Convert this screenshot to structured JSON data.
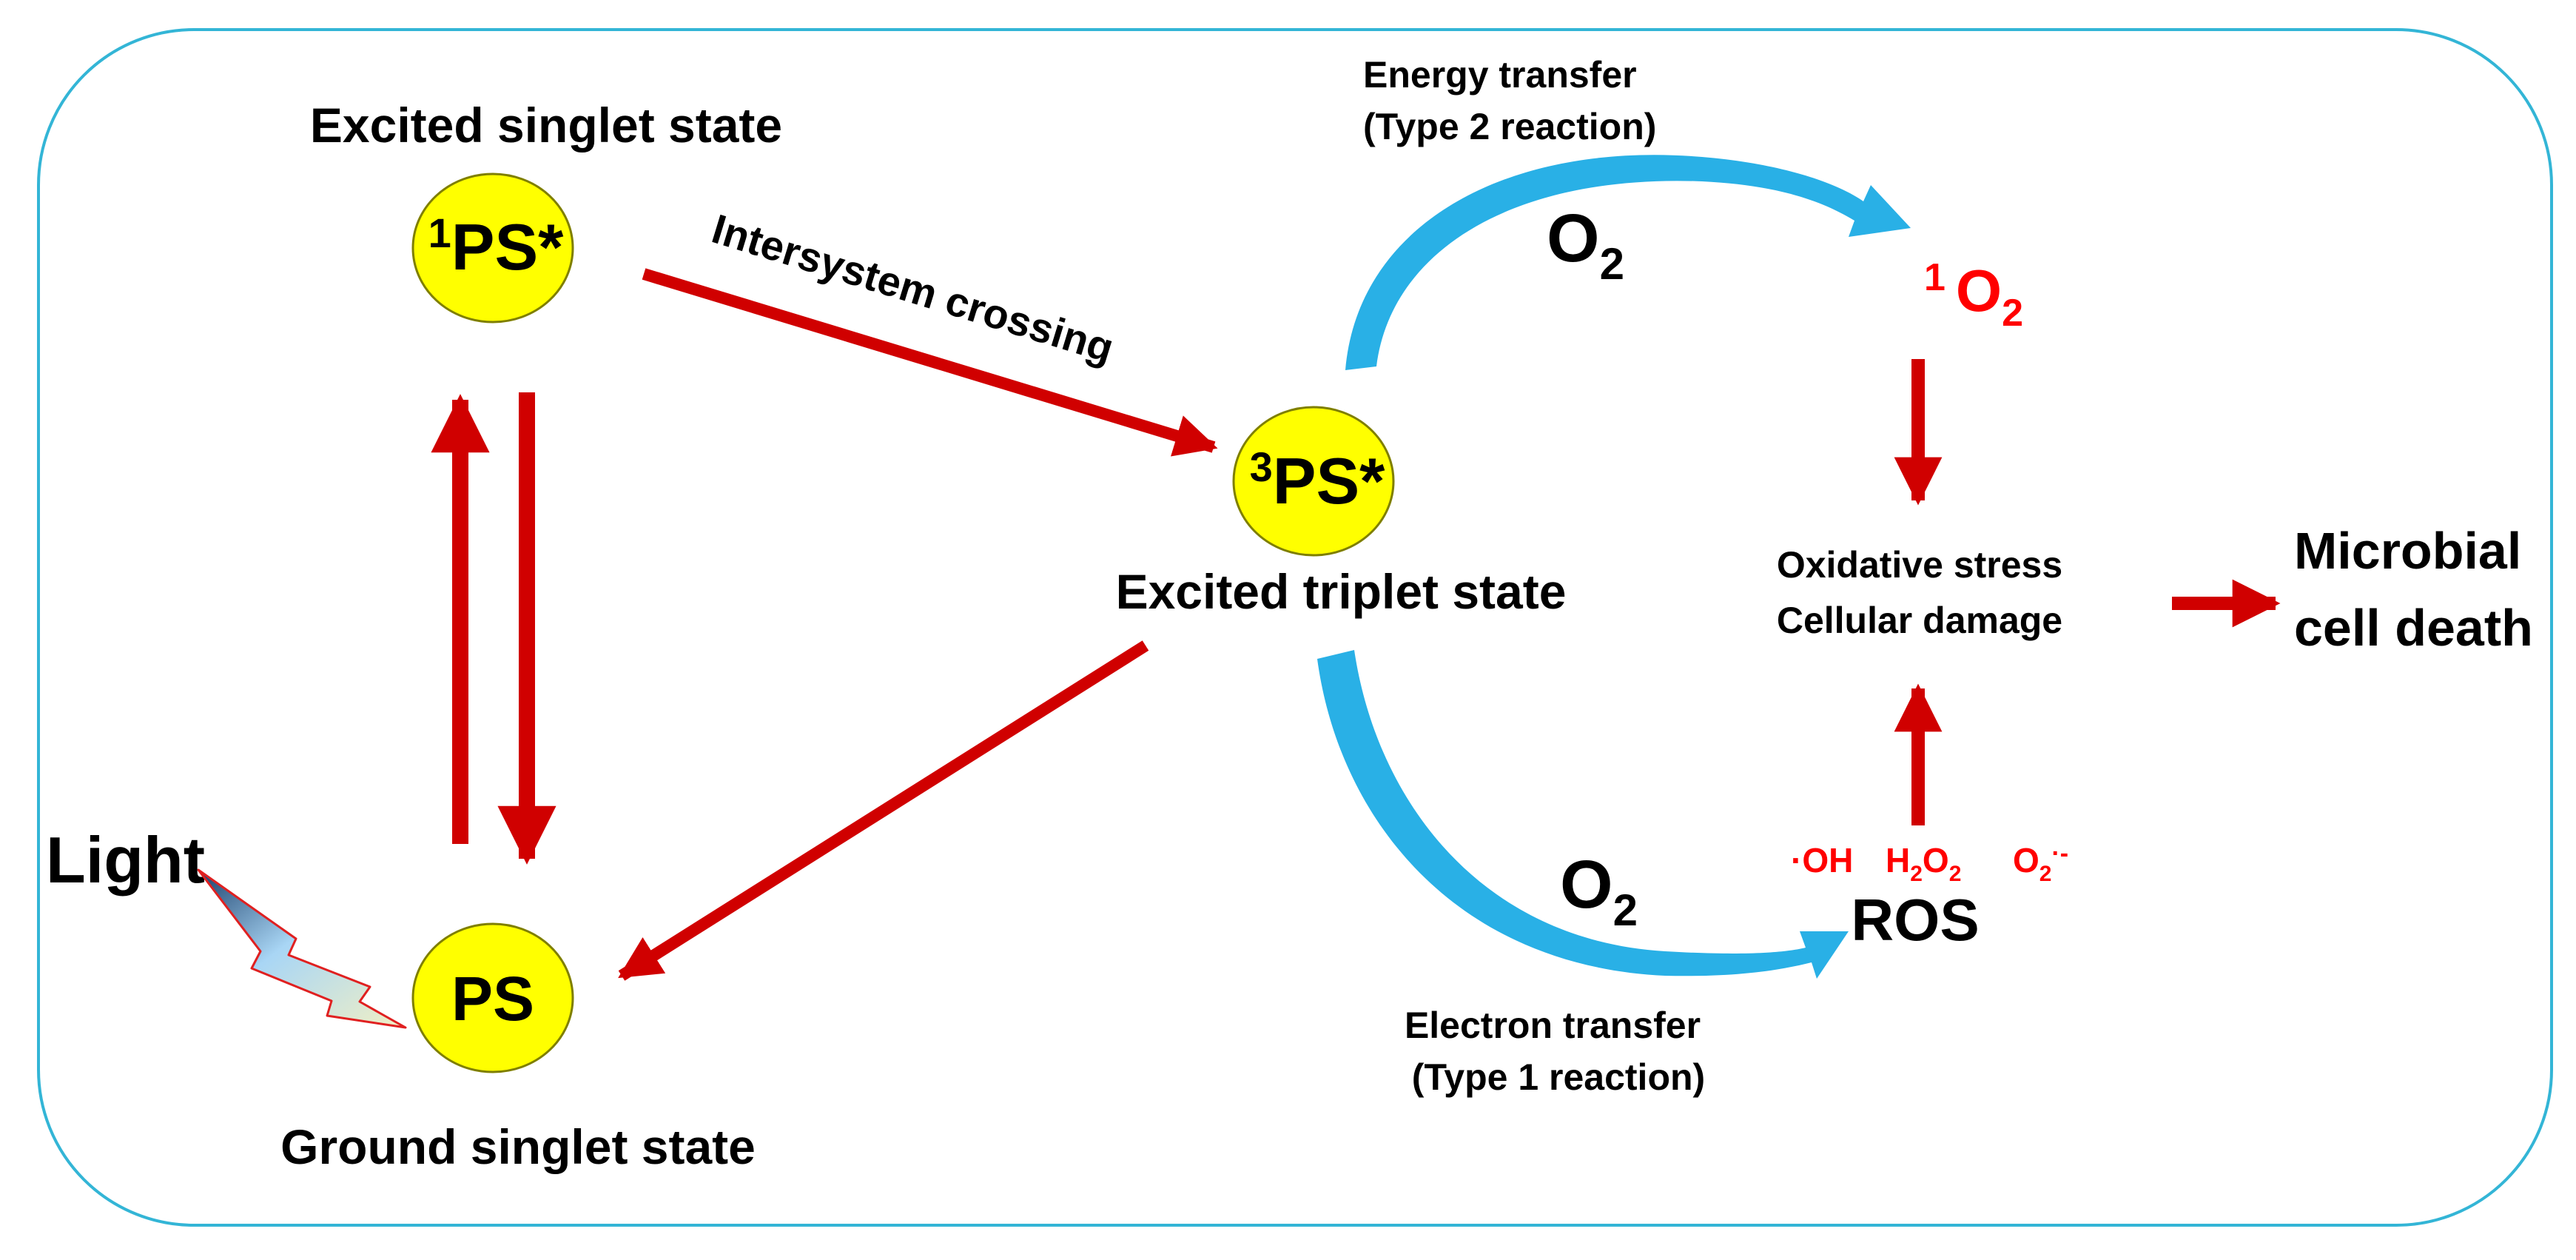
{
  "colors": {
    "frame": "#33b5d6",
    "circle_fill": "#ffff00",
    "circle_stroke": "#7f7f00",
    "arrow_red": "#d00000",
    "curve_blue": "#29b0e6",
    "text": "#000000",
    "species_red": "#ff0000"
  },
  "states": {
    "excited_singlet_label": "Excited singlet state",
    "singlet_superscript": "1",
    "singlet_symbol": "PS*",
    "excited_triplet_label": "Excited triplet state",
    "triplet_superscript": "3",
    "triplet_symbol": "PS*",
    "ground_label": "Ground singlet state",
    "ground_symbol": "PS"
  },
  "light": {
    "label": "Light",
    "icon": "lightning-bolt-icon"
  },
  "transitions": {
    "intersystem_crossing": "Intersystem crossing"
  },
  "type2": {
    "line1": "Energy transfer",
    "line2": "(Type 2 reaction)",
    "reactant_base": "O",
    "reactant_sub": "2",
    "product_superscript": "1",
    "product_base": "O",
    "product_sub": "2"
  },
  "type1": {
    "line1": "Electron transfer",
    "line2": "(Type 1 reaction)",
    "reactant_base": "O",
    "reactant_sub": "2",
    "hydroxyl": "·OH",
    "peroxide_h": "H",
    "peroxide_h_sub": "2",
    "peroxide_o": "O",
    "peroxide_o_sub": "2",
    "superoxide_o": "O",
    "superoxide_sub": "2",
    "superoxide_charge": "·-",
    "ros_label": "ROS"
  },
  "outcome": {
    "line1": "Oxidative stress",
    "line2": "Cellular damage",
    "result_line1": "Microbial",
    "result_line2": "cell death"
  }
}
